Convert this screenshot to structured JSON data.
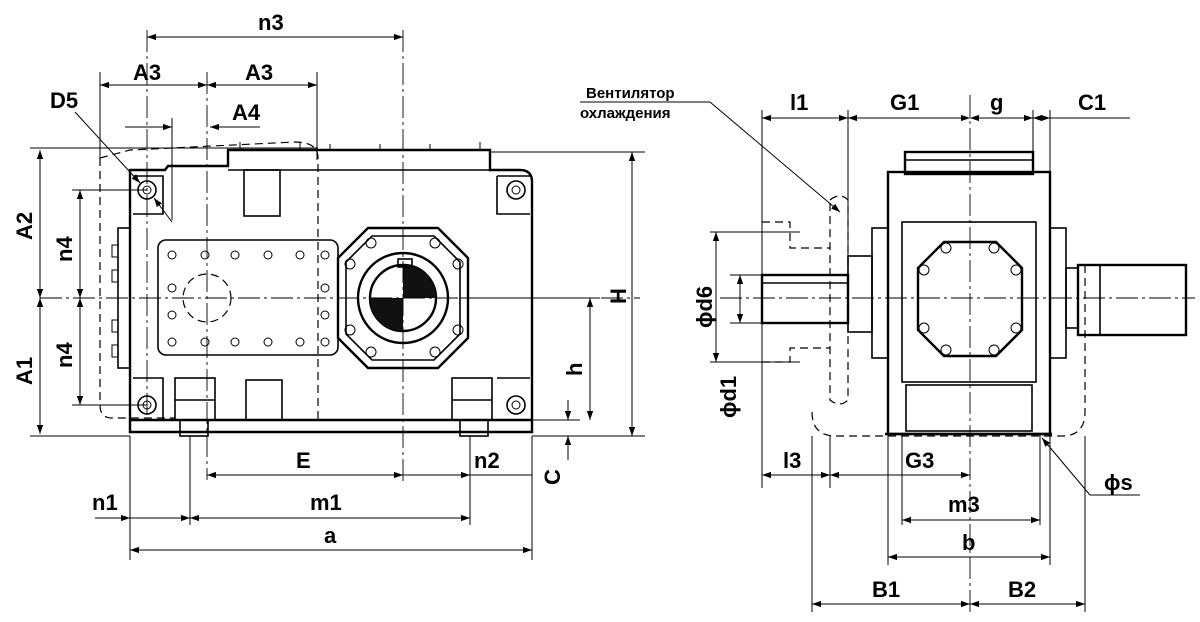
{
  "labels": {
    "n3": "n3",
    "A3_left": "A3",
    "A3_right": "A3",
    "A4": "A4",
    "D5": "D5",
    "A2": "A2",
    "A1": "A1",
    "n4_top": "n4",
    "n4_bottom": "n4",
    "H": "H",
    "h": "h",
    "C": "C",
    "E": "E",
    "n2": "n2",
    "n1": "n1",
    "m1": "m1",
    "a": "a",
    "fan_line1": "Вентилятор",
    "fan_line2": "охлаждения",
    "l1": "l1",
    "G1": "G1",
    "g": "g",
    "C1": "C1",
    "d6": "ϕd6",
    "d1": "ϕd1",
    "l3": "l3",
    "G3": "G3",
    "s": "ϕs",
    "m3": "m3",
    "b": "b",
    "B1": "B1",
    "B2": "B2"
  }
}
